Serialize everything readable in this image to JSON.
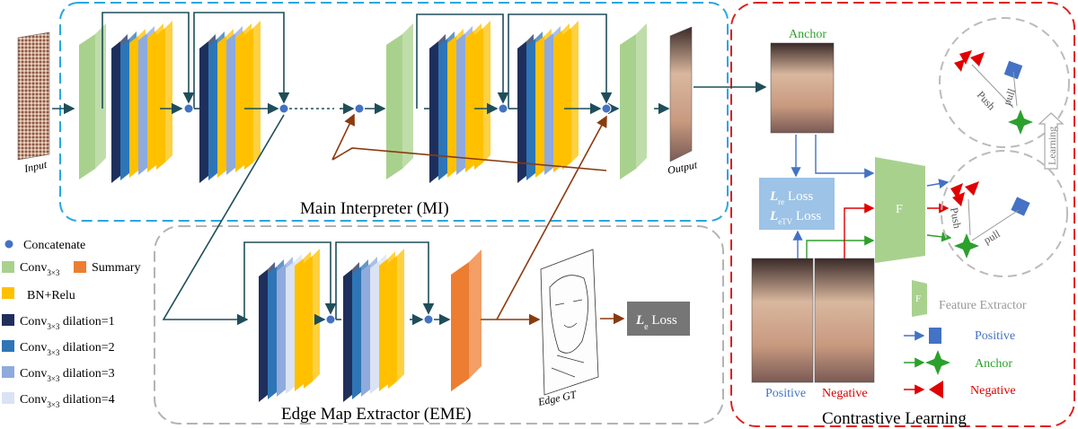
{
  "panels": {
    "mi_title": "Main Interpreter (MI)",
    "eme_title": "Edge Map Extractor (EME)",
    "cl_title": "Contrastive Learning"
  },
  "images": {
    "input_label": "Input",
    "output_label": "Output",
    "edge_gt_label": "Edge GT",
    "anchor_label": "Anchor",
    "positive_label": "Positive",
    "negative_label": "Negative"
  },
  "loss": {
    "re_prefix": "L",
    "re_sub": "re",
    "re_suffix": " Loss",
    "etv_prefix": "L",
    "etv_sub": "eTV",
    "etv_suffix": " Loss",
    "e_prefix": "L",
    "e_sub": "e",
    "e_suffix": " Loss"
  },
  "feature": {
    "block_letter": "F",
    "legend_letter": "F",
    "legend_label": "Feature Extractor"
  },
  "space": {
    "push": "Push",
    "pull": "pull",
    "learning": "Learning"
  },
  "legend": {
    "concat": "Concatenate",
    "conv": "Conv",
    "conv_sub": "3×3",
    "summary": "Summary",
    "bn": "BN+Relu",
    "d1": " dilation=1",
    "d2": " dilation=2",
    "d3": " dilation=3",
    "d4": " dilation=4"
  },
  "cl_legend": {
    "positive": "Positive",
    "anchor": "Anchor",
    "negative": "Negative"
  },
  "colors": {
    "mi_border": "#2aa7e0",
    "eme_border": "#b3b3b3",
    "cl_border": "#e02020",
    "conv_green": "#a9d18e",
    "summary_orange": "#ed7d31",
    "bn_yellow": "#ffc000",
    "d1_navy": "#1f2f5c",
    "d2_blue": "#2e75b6",
    "d3_lightblue": "#8faadc",
    "d4_pale": "#dae3f3",
    "loss_box": "#9dc3e6",
    "le_box": "#767676",
    "arrow_dark": "#1f4e5a",
    "arrow_brown": "#8b3a0f",
    "positive_blue": "#4472c4",
    "anchor_green": "#2ca02c",
    "negative_red": "#e00000"
  }
}
